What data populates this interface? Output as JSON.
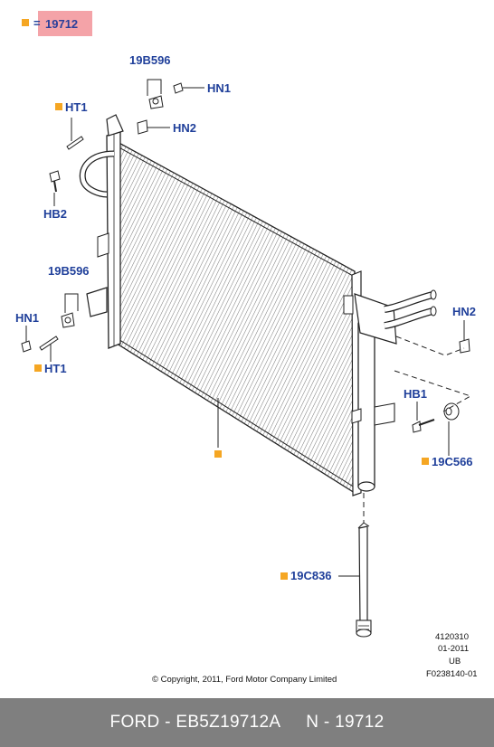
{
  "legend": {
    "equals": "=",
    "part": "19712"
  },
  "labels": {
    "p19b596_top": "19B596",
    "hn1_top": "HN1",
    "ht1_top": "HT1",
    "hn2_top": "HN2",
    "hb2": "HB2",
    "p19b596_mid": "19B596",
    "hn1_left": "HN1",
    "ht1_left": "HT1",
    "hn2_right": "HN2",
    "hb1": "HB1",
    "p19c566": "19C566",
    "p19c836": "19C836"
  },
  "meta": {
    "code1": "4120310",
    "code2": "01-2011",
    "code3": "UB",
    "code4": "F0238140-01",
    "copyright": "© Copyright, 2011, Ford Motor Company Limited"
  },
  "footer": {
    "left": "FORD - EB5Z19712A",
    "right": "N - 19712"
  },
  "colors": {
    "marker": "#f5a623",
    "label": "#1f3f9a",
    "highlight": "#f4a3a8",
    "footer_bg": "#7f7f7f"
  }
}
